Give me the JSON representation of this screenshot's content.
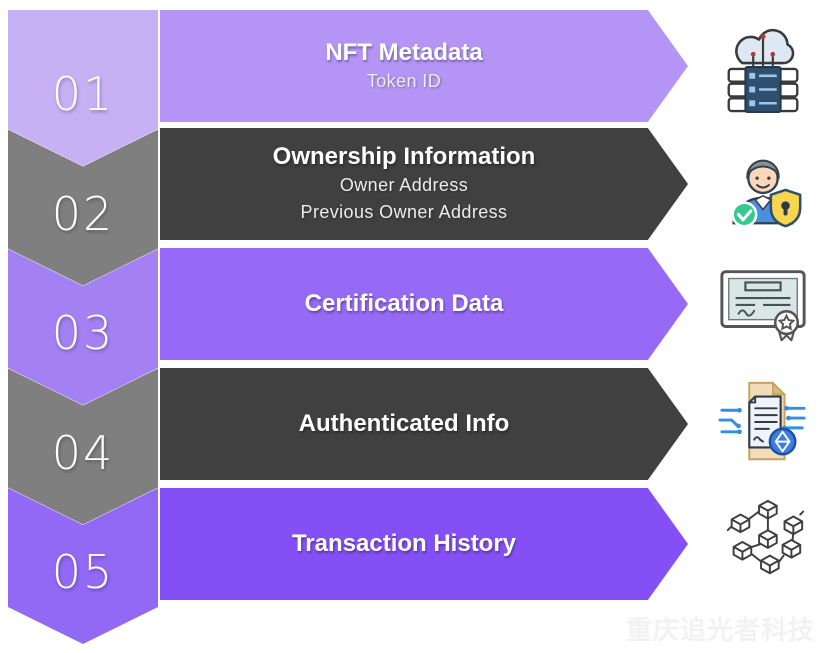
{
  "diagram_title": "NFT data structure chevron infographic",
  "watermark": "重庆追光者科技",
  "colors": {
    "background": "#ffffff",
    "dark_band": "#404040",
    "gray_chevron": "#7f7f7f",
    "band_purples": [
      "#b495f6",
      "#404040",
      "#9769f7",
      "#404040",
      "#8450f5"
    ],
    "chevron_purples": [
      "#c7b0f4",
      "#7f7f7f",
      "#a481f2",
      "#7f7f7f",
      "#9169f5"
    ],
    "text": "#ffffff"
  },
  "steps": [
    {
      "number": "01",
      "title": "NFT Metadata",
      "subtitles": [
        "Token ID"
      ],
      "icon": "cloud-database-icon"
    },
    {
      "number": "02",
      "title": "Ownership Information",
      "subtitles": [
        "Owner Address",
        "Previous Owner Address"
      ],
      "icon": "verified-owner-icon"
    },
    {
      "number": "03",
      "title": "Certification Data",
      "subtitles": [],
      "icon": "certificate-icon"
    },
    {
      "number": "04",
      "title": "Authenticated Info",
      "subtitles": [],
      "icon": "authenticated-document-icon"
    },
    {
      "number": "05",
      "title": "Transaction History",
      "subtitles": [],
      "icon": "blockchain-network-icon"
    }
  ]
}
